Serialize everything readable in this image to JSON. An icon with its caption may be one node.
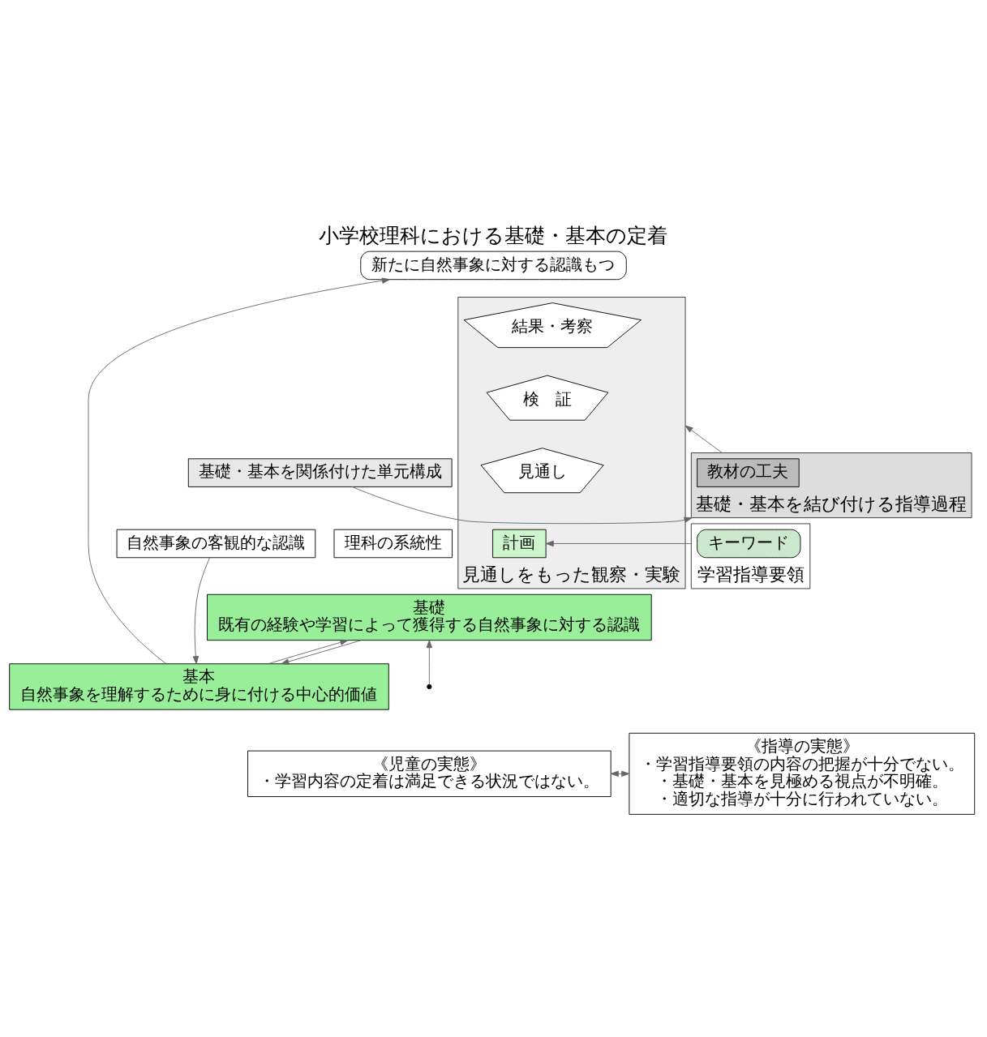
{
  "diagram": {
    "title": "小学校理科における基礎・基本の定着",
    "nodes": [
      {
        "text": [
          "新たに自然事象に対する認識もつ"
        ]
      },
      {
        "text": [
          "基本",
          "自然事象を理解するために身に付ける中心的価値"
        ]
      },
      {
        "text": [
          "見通しをもった観察・実験"
        ]
      },
      {
        "text": [
          "結果・考察"
        ],
        "in": 2
      },
      {
        "text": [
          "検　証"
        ],
        "in": 2
      },
      {
        "text": [
          "見通し"
        ],
        "in": 2
      },
      {
        "text": [
          "計画"
        ],
        "in": 2
      },
      {
        "text": [
          "自然事象の客観的な認識"
        ]
      },
      {
        "text": [
          "基礎・基本を結び付ける指導過程"
        ]
      },
      {
        "text": [
          "教材の工夫"
        ],
        "in": 8
      },
      {
        "text": [
          "基礎・基本を関係付けた単元構成"
        ]
      },
      {
        "text": [
          "学習指導要領"
        ]
      },
      {
        "text": [
          "キーワード"
        ],
        "in": 11
      },
      {
        "text": [
          "理科の系統性"
        ]
      },
      {
        "text": [
          "基礎",
          "既有の経験や学習によって獲得する自然事象に対する認識"
        ]
      },
      {
        "text": [
          "《児童の実態》",
          "・学習内容の定着は満足できる状況ではない。"
        ]
      },
      {
        "text": [
          "《指導の実態》",
          "・学習指導要領の内容の把握が十分でない。",
          "・基礎・基本を見極める視点が不明確。",
          "・適切な指導が十分に行われていない。"
        ]
      }
    ],
    "edges": [
      {
        "from": 1,
        "to": 0,
        "arrow": "to"
      },
      {
        "from": 7,
        "to": 1,
        "arrow": "to"
      },
      {
        "from": 8,
        "to": 2,
        "arrow": "to"
      },
      {
        "from": 10,
        "to": 8,
        "arrow": "to"
      },
      {
        "from": 11,
        "to": 6,
        "arrow": "to"
      },
      {
        "from": 1,
        "to": 14,
        "arrow": "to"
      },
      {
        "from": 14,
        "to": 1,
        "arrow": "to"
      },
      {
        "from": null,
        "to": 14,
        "arrow": "to"
      },
      {
        "from": 15,
        "to": 16,
        "arrow": "both"
      }
    ]
  }
}
